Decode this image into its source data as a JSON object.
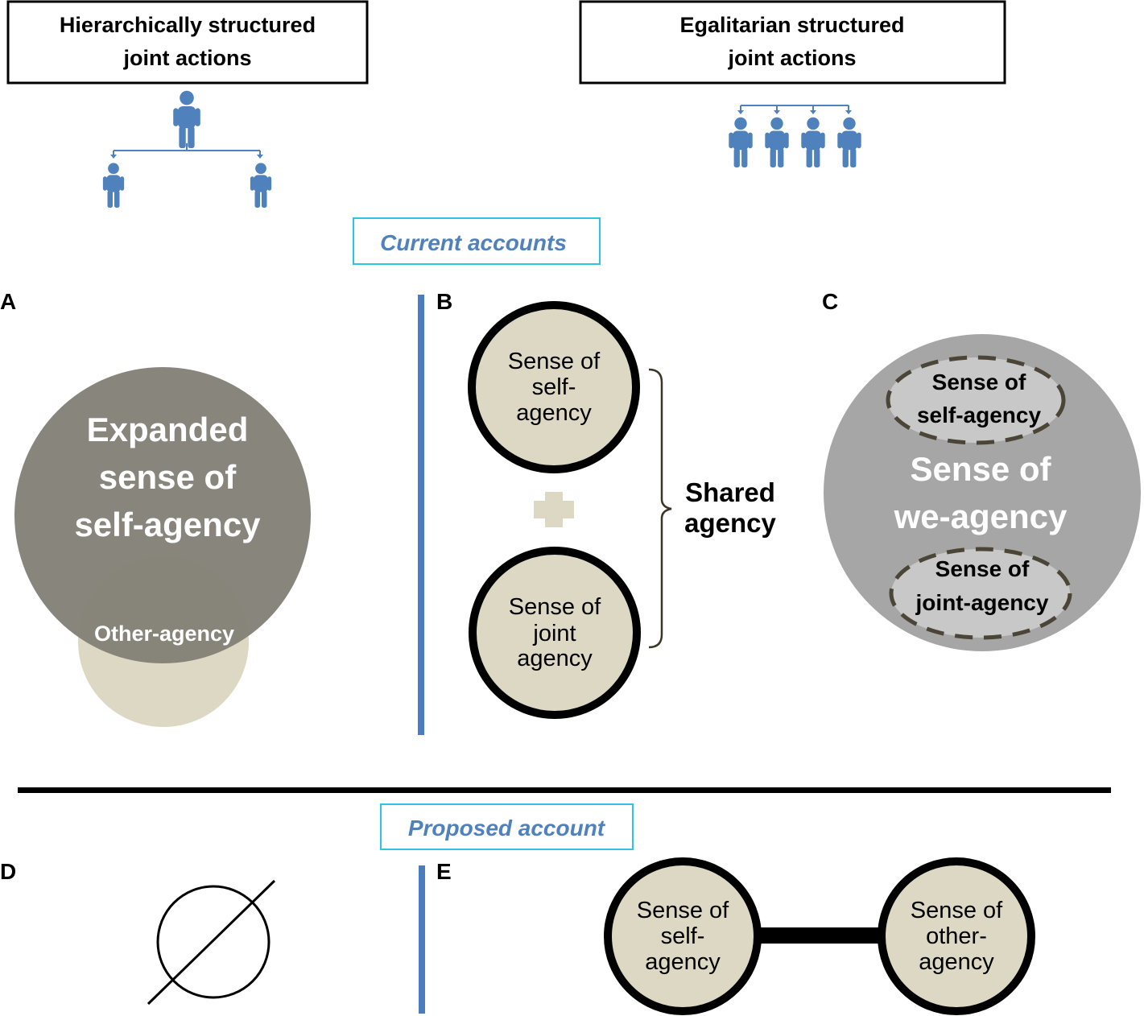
{
  "header": {
    "hierarchical": [
      "Hierarchically structured",
      "joint actions"
    ],
    "egalitarian": [
      "Egalitarian structured",
      "joint actions"
    ]
  },
  "sections": {
    "current": "Current accounts",
    "proposed": "Proposed account"
  },
  "panel_a": {
    "letter": "A",
    "main": [
      "Expanded",
      "sense of",
      "self-agency"
    ],
    "other": "Other-agency"
  },
  "panel_b": {
    "letter": "B",
    "top": [
      "Sense of",
      "self-",
      "agency"
    ],
    "bottom": [
      "Sense of",
      "joint",
      "agency"
    ],
    "shared": [
      "Shared",
      "agency"
    ]
  },
  "panel_c": {
    "letter": "C",
    "top": [
      "Sense of",
      "self-agency"
    ],
    "main": [
      "Sense of",
      "we-agency"
    ],
    "bottom": [
      "Sense of",
      "joint-agency"
    ]
  },
  "panel_d": {
    "letter": "D"
  },
  "panel_e": {
    "letter": "E",
    "left": [
      "Sense of",
      "self-",
      "agency"
    ],
    "right": [
      "Sense of",
      "other-",
      "agency"
    ]
  },
  "colors": {
    "person": "#4f81bd",
    "divider": "#4a7cbf",
    "section_border": "#2ec4e6",
    "section_text": "#4f81bd",
    "dark_gray": "#848178",
    "beige": "#ddd8c4",
    "mid_gray": "#a6a6a6",
    "light_gray": "#c8c8c8",
    "dash": "#4a4536"
  }
}
